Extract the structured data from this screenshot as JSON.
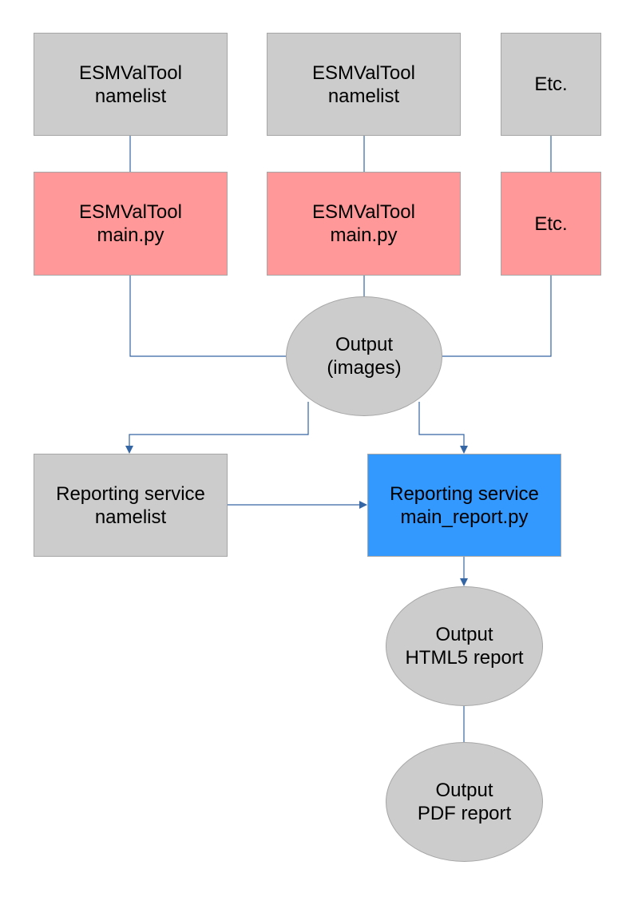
{
  "colors": {
    "gray_node": "#cccccc",
    "pink_node": "#ff9999",
    "blue_node": "#3399ff",
    "connector": "#3465a4"
  },
  "nodes": {
    "namelist_1": {
      "lines": [
        "ESMValTool",
        "namelist"
      ]
    },
    "namelist_2": {
      "lines": [
        "ESMValTool",
        "namelist"
      ]
    },
    "namelist_etc": {
      "lines": [
        "Etc."
      ]
    },
    "main_1": {
      "lines": [
        "ESMValTool",
        "main.py"
      ]
    },
    "main_2": {
      "lines": [
        "ESMValTool",
        "main.py"
      ]
    },
    "main_etc": {
      "lines": [
        "Etc."
      ]
    },
    "output_images": {
      "lines": [
        "Output",
        "(images)"
      ]
    },
    "reporting_namelist": {
      "lines": [
        "Reporting service",
        "namelist"
      ]
    },
    "reporting_main": {
      "lines": [
        "Reporting service",
        "main_report.py"
      ]
    },
    "output_html": {
      "lines": [
        "Output",
        "HTML5 report"
      ]
    },
    "output_pdf": {
      "lines": [
        "Output",
        "PDF report"
      ]
    }
  }
}
